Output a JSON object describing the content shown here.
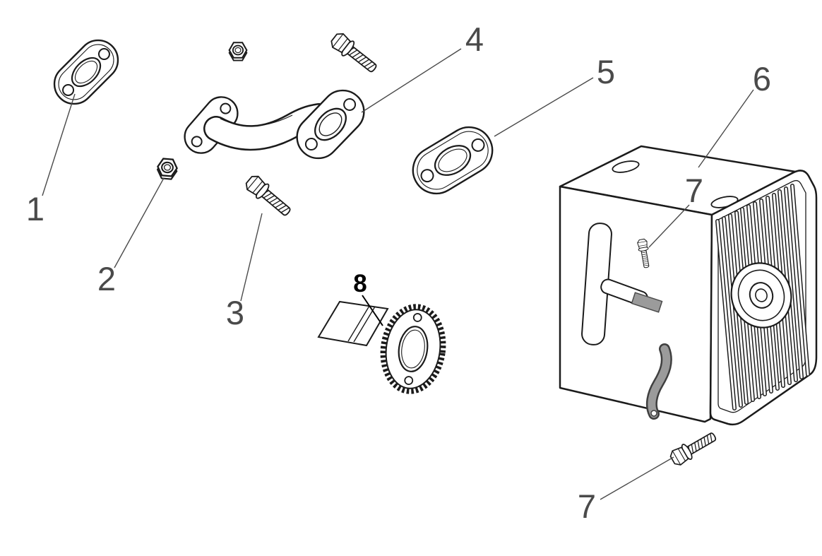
{
  "diagram": {
    "type": "exploded-parts-diagram",
    "subject": "small-engine-muffler-exhaust-assembly",
    "background_color": "#ffffff",
    "line_color": "#1b1b1b",
    "label_color": "#4a4a4a",
    "highlight_label_color": "#000000",
    "gray_part_color": "#9b9b9b",
    "callouts": [
      {
        "id": "1",
        "part": "exhaust-flange-gasket"
      },
      {
        "id": "2",
        "part": "hex-nut"
      },
      {
        "id": "3",
        "part": "hex-flange-bolt"
      },
      {
        "id": "4",
        "part": "exhaust-pipe"
      },
      {
        "id": "5",
        "part": "muffler-gasket"
      },
      {
        "id": "6",
        "part": "muffler"
      },
      {
        "id": "7",
        "part": "hex-flange-bolt-on-muffler"
      },
      {
        "id": "7",
        "part": "hex-flange-bolt-lower"
      },
      {
        "id": "8",
        "part": "exhaust-gasket-with-heat-wrap"
      }
    ]
  }
}
